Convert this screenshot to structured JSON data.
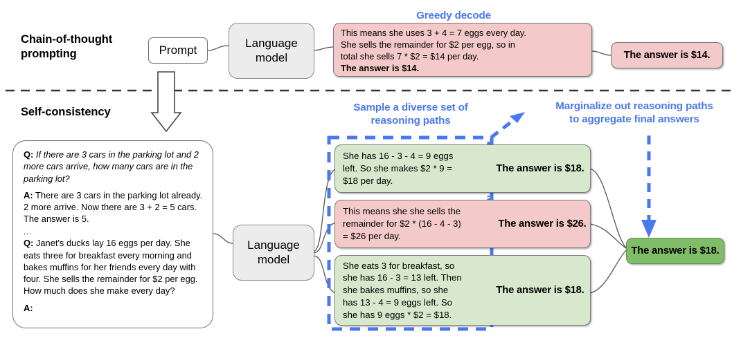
{
  "figure": {
    "sections": {
      "cot": {
        "title": "Chain-of-thought\nprompting"
      },
      "sc": {
        "title": "Self-consistency"
      }
    },
    "colors": {
      "blue_accent": "#4a78ee",
      "pink_fill": "#f3c9c9",
      "green_light_fill": "#d7e8cd",
      "green_solid_fill": "#7fbd68",
      "box_stroke": "#6f6f6f",
      "lm_fill": "#ececec"
    }
  },
  "cot": {
    "prompt_label": "Prompt",
    "model_label": "Language\nmodel",
    "model_line1": "Language",
    "model_line2": "model",
    "decode_note": "Greedy decode",
    "output_lines": [
      "This means she uses 3 + 4 = 7 eggs every day.",
      "She sells the remainder for $2 per egg, so in",
      "total she sells 7 * $2 = $14 per day."
    ],
    "output_bold_line": "The answer is $14.",
    "final_answer": "The answer is $14."
  },
  "self_consistency": {
    "model_line1": "Language",
    "model_line2": "model",
    "sample_note_line1": "Sample a diverse set of",
    "sample_note_line2": "reasoning paths",
    "marginalize_note_line1": "Marginalize out reasoning paths",
    "marginalize_note_line2": "to aggregate final answers",
    "prompt": {
      "q1_label": "Q:",
      "q1_text": "If there are 3 cars in the parking lot and 2 more cars arrive, how many cars are in the parking lot?",
      "a1_label": "A:",
      "a1_text": "There are 3 cars in the parking lot already. 2 more arrive. Now there are 3 + 2 = 5 cars. The answer is 5.",
      "ellipsis": "...",
      "q2_label": "Q:",
      "q2_text": "Janet's ducks lay 16 eggs per day. She eats three for breakfast every morning and bakes muffins for her friends every day with four. She sells the remainder for $2 per egg. How much does she make every day?",
      "a2_label": "A:"
    },
    "paths": [
      {
        "color": "green",
        "lines": [
          "She has 16 - 3 - 4 = 9 eggs",
          "left. So she makes $2 * 9 =",
          "$18 per day."
        ],
        "answer": "The answer is $18."
      },
      {
        "color": "pink",
        "lines": [
          "This means she she sells the",
          "remainder for $2 * (16 - 4 - 3)",
          "= $26 per day."
        ],
        "answer": "The answer is $26."
      },
      {
        "color": "green",
        "lines": [
          "She eats 3 for breakfast, so",
          "she has 16 - 3 = 13 left. Then",
          "she bakes muffins, so she",
          "has 13 - 4 = 9 eggs left. So",
          "she has 9 eggs * $2 = $18."
        ],
        "answer": "The answer is $18."
      }
    ],
    "final_answer": "The answer is $18."
  }
}
